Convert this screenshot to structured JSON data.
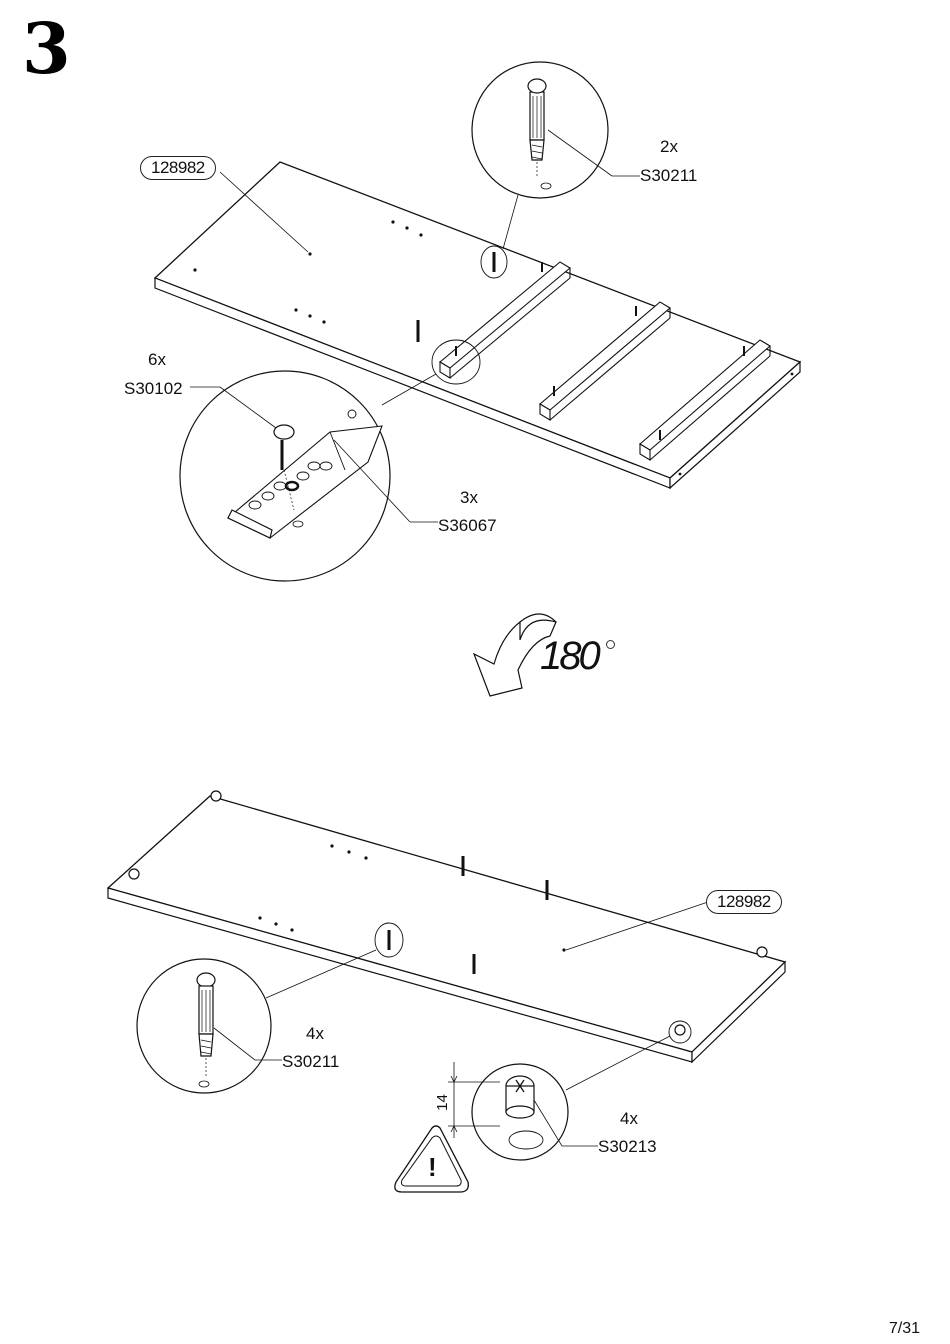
{
  "step": "3",
  "top_view": {
    "panel_label": "128982",
    "dowel": {
      "qty": "2x",
      "code": "S30211"
    },
    "screw": {
      "qty": "6x",
      "code": "S30102"
    },
    "runner": {
      "qty": "3x",
      "code": "S36067"
    }
  },
  "rotation": {
    "value": "180"
  },
  "bottom_view": {
    "panel_label": "128982",
    "dowel": {
      "qty": "4x",
      "code": "S30211"
    },
    "cam": {
      "qty": "4x",
      "code": "S30213"
    },
    "dimension": "14",
    "warning_symbol": "!"
  },
  "page": "7/31"
}
